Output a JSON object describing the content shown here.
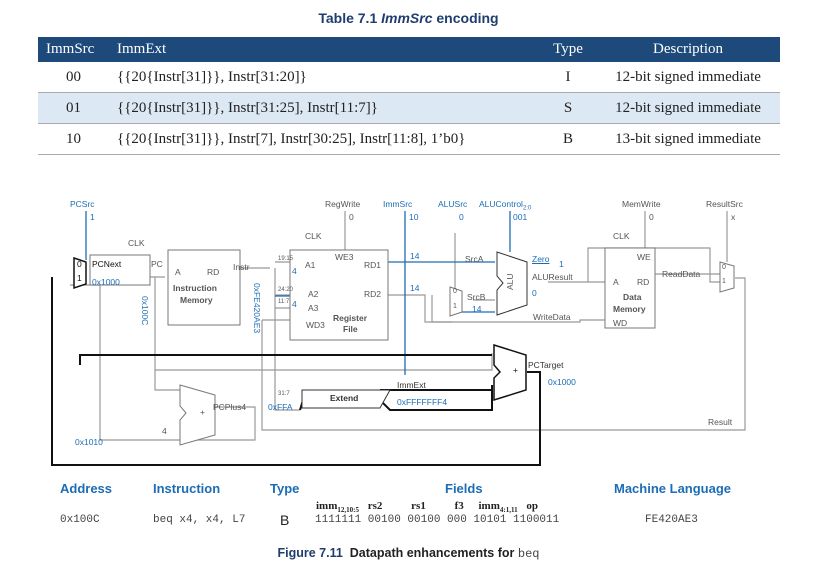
{
  "table": {
    "title_prefix": "Table 7.1",
    "title_em": "ImmSrc",
    "title_suffix": "encoding",
    "headers": [
      "ImmSrc",
      "ImmExt",
      "Type",
      "Description"
    ],
    "rows": [
      {
        "immsrc": "00",
        "immext": "{{20{Instr[31]}}, Instr[31:20]}",
        "type": "I",
        "desc": "12-bit signed immediate"
      },
      {
        "immsrc": "01",
        "immext": "{{20{Instr[31]}}, Instr[31:25], Instr[11:7]}",
        "type": "S",
        "desc": "12-bit signed immediate"
      },
      {
        "immsrc": "10",
        "immext": "{{20{Instr[31]}}, Instr[7], Instr[30:25], Instr[11:8], 1’b0}",
        "type": "B",
        "desc": "13-bit signed immediate"
      }
    ]
  },
  "diagram": {
    "pcsrc": "PCSrc",
    "pcsrc_val": "1",
    "regwrite": "RegWrite",
    "regwrite_val": "0",
    "immsrc": "ImmSrc",
    "immsrc_val": "10",
    "alusrc": "ALUSrc",
    "alusrc_val": "0",
    "alucontrol": "ALUControl",
    "alucontrol_sub": "2:0",
    "alucontrol_val": "001",
    "memwrite": "MemWrite",
    "memwrite_val": "0",
    "resultsrc": "ResultSrc",
    "resultsrc_val": "x",
    "clk": "CLK",
    "pcnext": "PCNext",
    "pc": "PC",
    "pcnext_val": "0x1000",
    "pc_val": "0x100C",
    "imem_a": "A",
    "imem_rd": "RD",
    "imem_name1": "Instruction",
    "imem_name2": "Memory",
    "instr": "Instr",
    "instr_val": "0xFE420AE3",
    "rf_we3": "WE3",
    "rf_a1": "A1",
    "rf_a2": "A2",
    "rf_a3": "A3",
    "rf_wd3": "WD3",
    "rf_rd1": "RD1",
    "rf_rd2": "RD2",
    "rf_name1": "Register",
    "rf_name2": "File",
    "b1915": "19:15",
    "b2420": "24:20",
    "b117": "11:7",
    "b317": "31:7",
    "v4a": "4",
    "v4b": "4",
    "v4c": "4",
    "v14a": "14",
    "v14b": "14",
    "v14c": "14",
    "srca": "SrcA",
    "srcb": "SrcB",
    "alu": "ALU",
    "zero": "Zero",
    "zero_val": "1",
    "aluresult": "ALUResult",
    "aluresult_val": "0",
    "writedata": "WriteData",
    "dmem_we": "WE",
    "dmem_a": "A",
    "dmem_rd": "RD",
    "dmem_name1": "Data",
    "dmem_name2": "Memory",
    "dmem_wd": "WD",
    "readdata": "ReadData",
    "extend": "Extend",
    "immext": "ImmExt",
    "immext_val": "0xFFFFFFF4",
    "ext_in": "0xFFA",
    "pctarget": "PCTarget",
    "pctarget_val": "0x1000",
    "pcplus4": "PCPlus4",
    "pcplus4_val": "0x1010",
    "result": "Result",
    "plus": "+",
    "m0": "0",
    "m1": "1"
  },
  "instr_table": {
    "headers": [
      "Address",
      "Instruction",
      "Type",
      "Fields",
      "Machine Language"
    ],
    "field_labels": [
      "imm",
      "rs2",
      "rs1",
      "f3",
      "imm",
      "op"
    ],
    "imm1_sub": "12,10:5",
    "imm2_sub": "4:1,11",
    "address": "0x100C",
    "instruction": "beq x4, x4, L7",
    "type": "B",
    "fields": "1111111 00100 00100 000 10101 1100011",
    "machine": "FE420AE3"
  },
  "figure": {
    "label": "Figure 7.11",
    "caption": "Datapath enhancements for",
    "code": "beq"
  }
}
